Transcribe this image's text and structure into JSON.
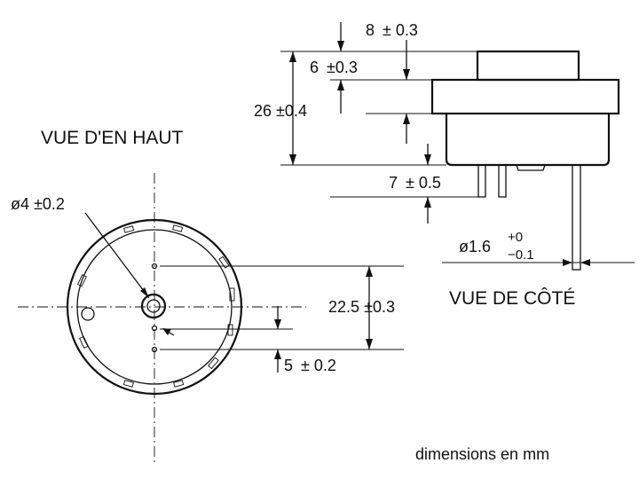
{
  "views": {
    "top_title": "VUE D'EN HAUT",
    "side_title": "VUE DE CÔTÉ"
  },
  "dimensions": {
    "total_height": {
      "value": "26",
      "tol": "±0.4"
    },
    "top_cap": {
      "value": "8",
      "tol": "± 0.3"
    },
    "cap_step": {
      "value": "6",
      "tol": "±0.3"
    },
    "pin_length": {
      "value": "7",
      "tol": "± 0.5"
    },
    "pin_diameter": {
      "prefix": "ø1.6",
      "tol_upper": "+0",
      "tol_lower": "−0.1"
    },
    "hole_diameter": {
      "value": "ø4",
      "tol": "±0.2"
    },
    "pin_spacing": {
      "value": "22.5",
      "tol": "±0.3"
    },
    "offset": {
      "value": "5",
      "tol": "± 0.2"
    }
  },
  "footer": {
    "units": "dimensions en mm"
  }
}
